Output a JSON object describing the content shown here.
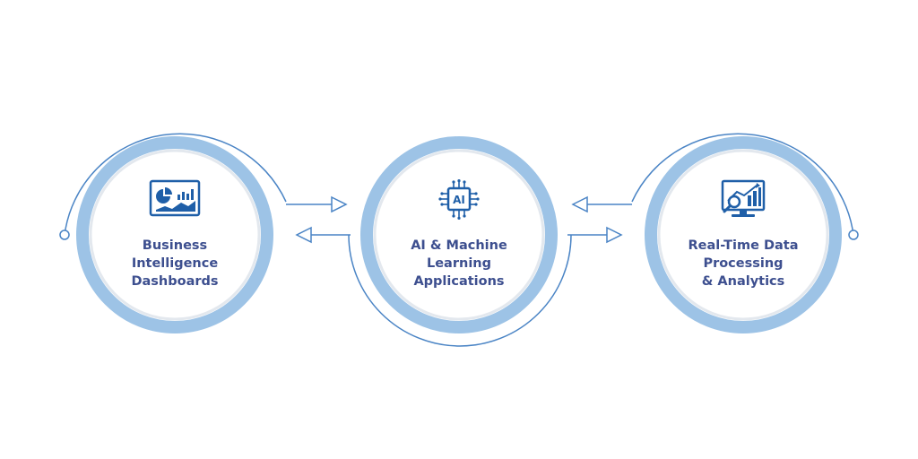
{
  "colors": {
    "ring_thin": "#4a84c5",
    "ring_thick": "#9dc3e6",
    "inner_fill": "#ffffff",
    "label_text": "#3d4f8f",
    "icon": "#1f5fa8"
  },
  "nodes": [
    {
      "id": "business-intelligence",
      "icon": "dashboard-chart-icon",
      "label_lines": [
        "Business",
        "Intelligence",
        "Dashboards"
      ]
    },
    {
      "id": "ai-machine-learning",
      "icon": "ai-chip-icon",
      "icon_text": "AI",
      "label_lines": [
        "AI & Machine",
        "Learning",
        "Applications"
      ]
    },
    {
      "id": "real-time-data",
      "icon": "analytics-monitor-icon",
      "label_lines": [
        "Real-Time Data",
        "Processing",
        "& Analytics"
      ]
    }
  ],
  "connectors": [
    {
      "from": "business-intelligence",
      "to": "ai-machine-learning",
      "direction": "right"
    },
    {
      "from": "ai-machine-learning",
      "to": "business-intelligence",
      "direction": "left"
    },
    {
      "from": "real-time-data",
      "to": "ai-machine-learning",
      "direction": "left"
    },
    {
      "from": "ai-machine-learning",
      "to": "real-time-data",
      "direction": "right"
    }
  ]
}
